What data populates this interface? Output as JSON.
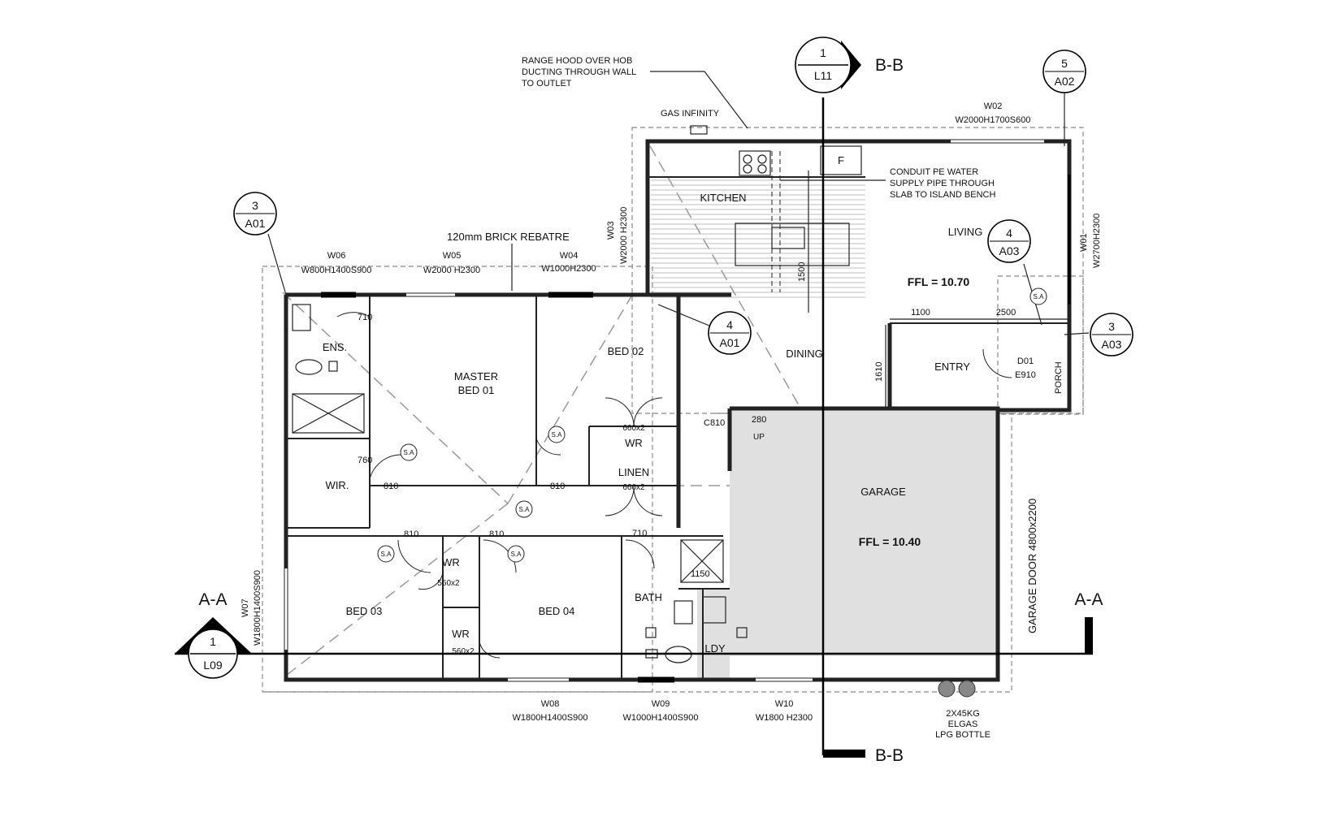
{
  "rooms": {
    "kitchen": "KITCHEN",
    "living": "LIVING",
    "dining": "DINING",
    "entry": "ENTRY",
    "porch": "PORCH",
    "garage": "GARAGE",
    "master_l1": "MASTER",
    "master_l2": "BED 01",
    "bed02": "BED 02",
    "bed03": "BED 03",
    "bed04": "BED 04",
    "ens": "ENS.",
    "wir": "WIR.",
    "wr": "WR",
    "linen": "LINEN",
    "bath": "BATH",
    "ldy": "LDY",
    "fridge": "F"
  },
  "levels": {
    "ffl_house": "FFL = 10.70",
    "ffl_garage": "FFL = 10.40"
  },
  "notes": {
    "range_hood_1": "RANGE HOOD OVER HOB",
    "range_hood_2": "DUCTING THROUGH WALL",
    "range_hood_3": "TO OUTLET",
    "gas": "GAS INFINITY",
    "conduit_1": "CONDUIT PE WATER",
    "conduit_2": "SUPPLY PIPE THROUGH",
    "conduit_3": "SLAB TO ISLAND BENCH",
    "brick": "120mm BRICK REBATRE",
    "lpg_1": "2X45KG",
    "lpg_2": "ELGAS",
    "lpg_3": "LPG BOTTLE",
    "garage_door": "GARAGE DOOR 4800x2200",
    "up": "UP"
  },
  "windows": {
    "w01_tag": "W01",
    "w01_size": "W2700H2300",
    "w02_tag": "W02",
    "w02_size": "W2000H1700S600",
    "w03_tag": "W03",
    "w03_size": "W2000 H2300",
    "w04_tag": "W04",
    "w04_size": "W1000H2300",
    "w05_tag": "W05",
    "w05_size": "W2000 H2300",
    "w06_tag": "W06",
    "w06_size": "W800H1400S900",
    "w07_tag": "W07",
    "w07_size": "W1800H1400S900",
    "w08_tag": "W08",
    "w08_size": "W1800H1400S900",
    "w09_tag": "W09",
    "w09_size": "W1000H1400S900",
    "w10_tag": "W10",
    "w10_size": "W1800 H2300",
    "d01_tag": "D01",
    "d01_size": "E910"
  },
  "dimensions": {
    "d1100": "1100",
    "d2500": "2500",
    "d1610": "1610",
    "d1500": "1500",
    "d710a": "710",
    "d710b": "710",
    "d760": "760",
    "d810a": "810",
    "d810b": "810",
    "d810c": "810",
    "d810d": "810",
    "c810": "C810",
    "d280": "280",
    "d1150": "1150",
    "wr660": "660x2",
    "linen660": "660x2",
    "wr560a": "560x2",
    "wr560b": "560x2"
  },
  "sections": {
    "aa": "A-A",
    "bb": "B-B",
    "aa_num": "1",
    "aa_sheet": "L09",
    "bb_num": "1",
    "bb_sheet": "L11"
  },
  "callouts": [
    {
      "num": "3",
      "sheet": "A01"
    },
    {
      "num": "4",
      "sheet": "A01"
    },
    {
      "num": "5",
      "sheet": "A02"
    },
    {
      "num": "4",
      "sheet": "A03"
    },
    {
      "num": "3",
      "sheet": "A03"
    }
  ],
  "smoke_alarm": "S.A"
}
